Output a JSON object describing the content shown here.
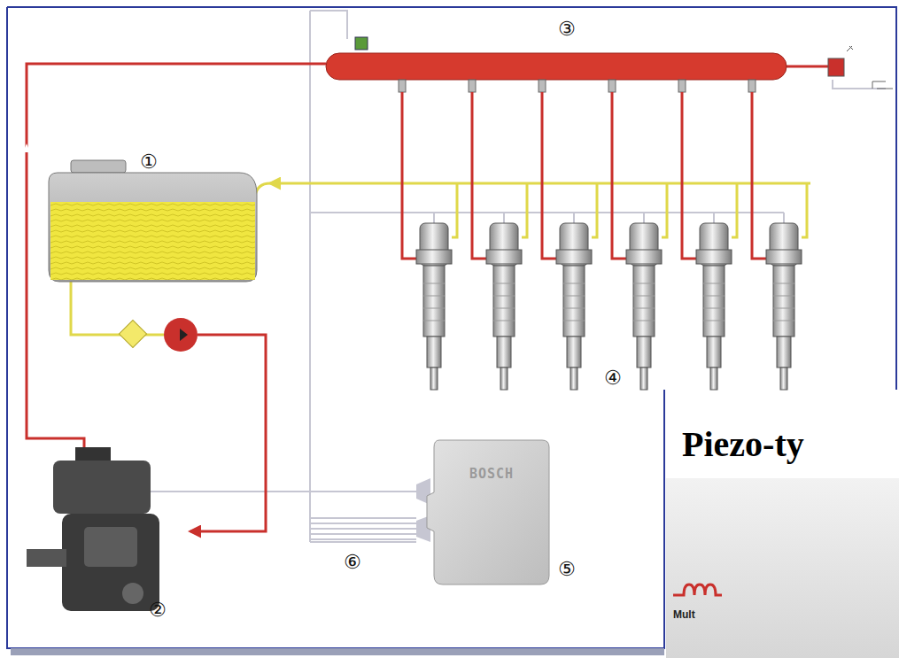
{
  "diagram": {
    "nodes": [
      {
        "text": [
          "BOSCH"
        ]
      }
    ],
    "labels": [
      "①",
      "②",
      "③",
      "④",
      "⑤",
      "⑥",
      "Piezo-ty",
      "Mult"
    ]
  }
}
